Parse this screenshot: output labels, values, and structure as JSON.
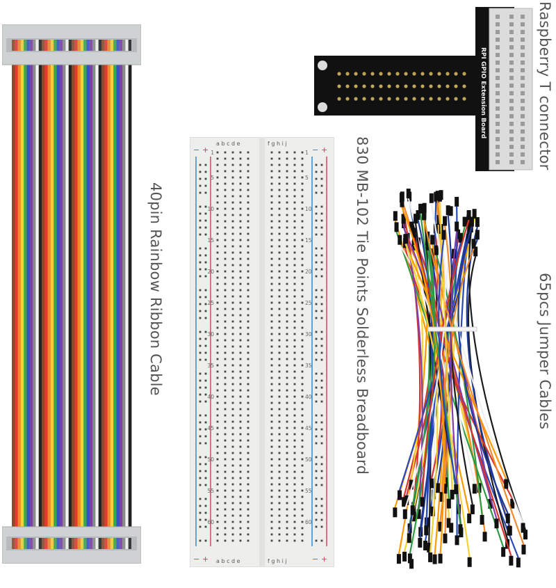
{
  "labels": {
    "ribbon": "40pin Rainbow Ribbon Cable",
    "breadboard": "830 MB-102 Tie Points Solderless Breadboard",
    "tconnector": "Raspberry T connector",
    "jumpers": "65pcs Jumper Cables"
  },
  "tconnector_board": {
    "title": "RPI GPIO Extension Board"
  },
  "breadboard": {
    "columns_left": "a b c d e",
    "columns_right": "f g h i j",
    "row_numbers": [
      "1",
      "5",
      "10",
      "15",
      "20",
      "25",
      "30",
      "35",
      "40",
      "45",
      "50",
      "55",
      "60"
    ],
    "rail_minus": "−",
    "rail_plus": "+"
  },
  "colors": {
    "ribbon_stripes": [
      "#8b4a2b",
      "#e23a2f",
      "#f08a2a",
      "#f2d234",
      "#3aa64a",
      "#3452c4",
      "#7d3fa8",
      "#8a8a8a",
      "#f4f4f4",
      "#222222"
    ],
    "rail_red": "#d23a5a",
    "rail_blue": "#2c7fc9",
    "board_black": "#111111"
  }
}
